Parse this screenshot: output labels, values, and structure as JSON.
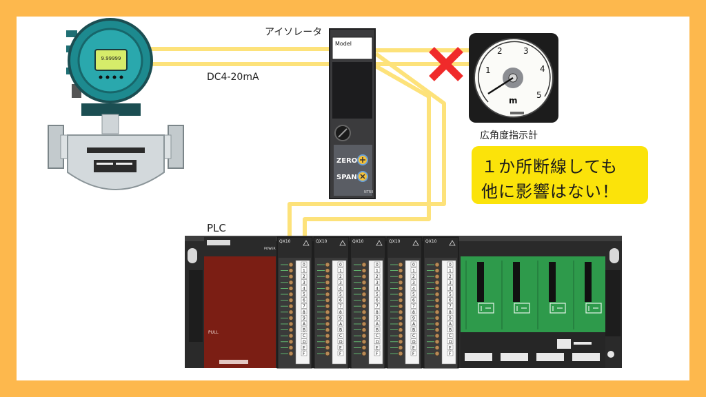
{
  "labels": {
    "isolator": "アイソレータ",
    "signal": "DC4-20mA",
    "meter": "広角度指示計",
    "plc": "PLC"
  },
  "callout": {
    "line1": "１か所断線しても",
    "line2": "他に影響はない！"
  },
  "isolator_module": {
    "model": "Model",
    "zero": "ZERO",
    "span": "SPAN",
    "brand": "NTRII"
  },
  "flowmeter": {
    "display_value": "9.99999"
  },
  "meter_face": {
    "ticks": [
      "1",
      "2",
      "3",
      "4",
      "5"
    ],
    "unit": "m"
  },
  "plc_rack": {
    "cpu_power_label": "POWER",
    "cpu_pull_label": "PULL",
    "io_modules": [
      "QX10",
      "QX10",
      "QX10",
      "QX10",
      "QX10"
    ],
    "terminal_numbers": [
      "0",
      "1",
      "2",
      "3",
      "4",
      "5",
      "6",
      "7",
      "8",
      "9",
      "A",
      "B",
      "C",
      "D",
      "E",
      "F"
    ]
  },
  "colors": {
    "frame": "#fdb84d",
    "wire": "#fde27a",
    "callout": "#fbe30a",
    "cross": "#f02a2a",
    "cpu": "#7b1e14",
    "io_board": "#2e9a4b"
  }
}
